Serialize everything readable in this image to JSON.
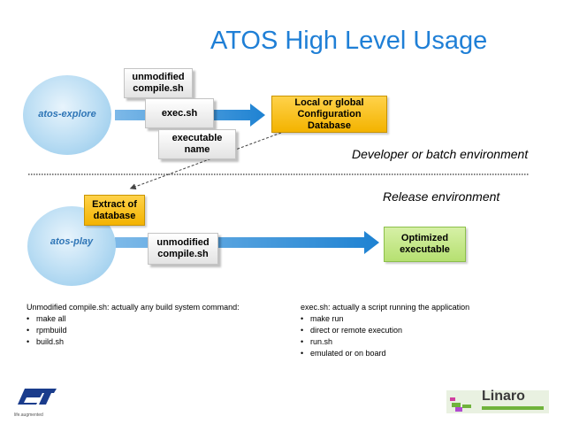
{
  "title": "ATOS High Level Usage",
  "explore": {
    "circle_label": "atos-explore",
    "unmodified_compile": "unmodified\ncompile.sh",
    "exec": "exec.sh",
    "executable_name": "executable\nname",
    "config_db": "Local or global\nConfiguration\nDatabase"
  },
  "developer_env": "Developer or batch environment",
  "release_env": "Release environment",
  "play": {
    "circle_label": "atos-play",
    "extract_db": "Extract of\ndatabase",
    "unmodified_compile": "unmodified\ncompile.sh",
    "optimized": "Optimized\nexecutable"
  },
  "notes_left": {
    "heading": "Unmodified compile.sh: actually any build system command:",
    "items": [
      "make all",
      "rpmbuild",
      "build.sh"
    ]
  },
  "notes_right": {
    "heading": "exec.sh: actually a script running the application",
    "items": [
      "make run",
      "direct or remote execution",
      "run.sh",
      "emulated or on board"
    ]
  },
  "logos": {
    "left_text": "life.augmented",
    "right_text": "Linaro",
    "st_brand_color": "#1a3c8c",
    "linaro_color": "#6fb33b"
  },
  "colors": {
    "title": "#1f7fd6",
    "arrow": "#1e82d2",
    "circle_label": "#2e75b6",
    "gold_box": "#f3b300",
    "green_box": "#b6e071"
  }
}
